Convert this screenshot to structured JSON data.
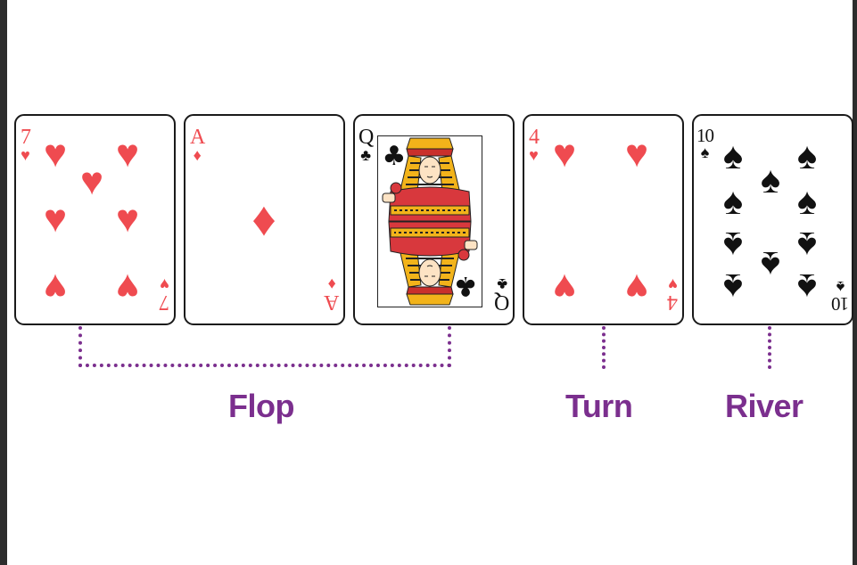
{
  "colors": {
    "red_suit": "#ef4b50",
    "black_suit": "#111111",
    "label": "#7b2f8e",
    "card_border": "#1a1a1a",
    "background": "#ffffff"
  },
  "cards": [
    {
      "rank": "7",
      "suit": "hearts",
      "suit_symbol": "♥",
      "color": "red"
    },
    {
      "rank": "A",
      "suit": "diamonds",
      "suit_symbol": "♦",
      "color": "red"
    },
    {
      "rank": "Q",
      "suit": "clubs",
      "suit_symbol": "♣",
      "color": "black",
      "face_card": true
    },
    {
      "rank": "4",
      "suit": "hearts",
      "suit_symbol": "♥",
      "color": "red"
    },
    {
      "rank": "10",
      "suit": "spades",
      "suit_symbol": "♠",
      "color": "black"
    }
  ],
  "groups": [
    {
      "label": "Flop",
      "cards": [
        1,
        2,
        3
      ]
    },
    {
      "label": "Turn",
      "cards": [
        4
      ]
    },
    {
      "label": "River",
      "cards": [
        5
      ]
    }
  ]
}
